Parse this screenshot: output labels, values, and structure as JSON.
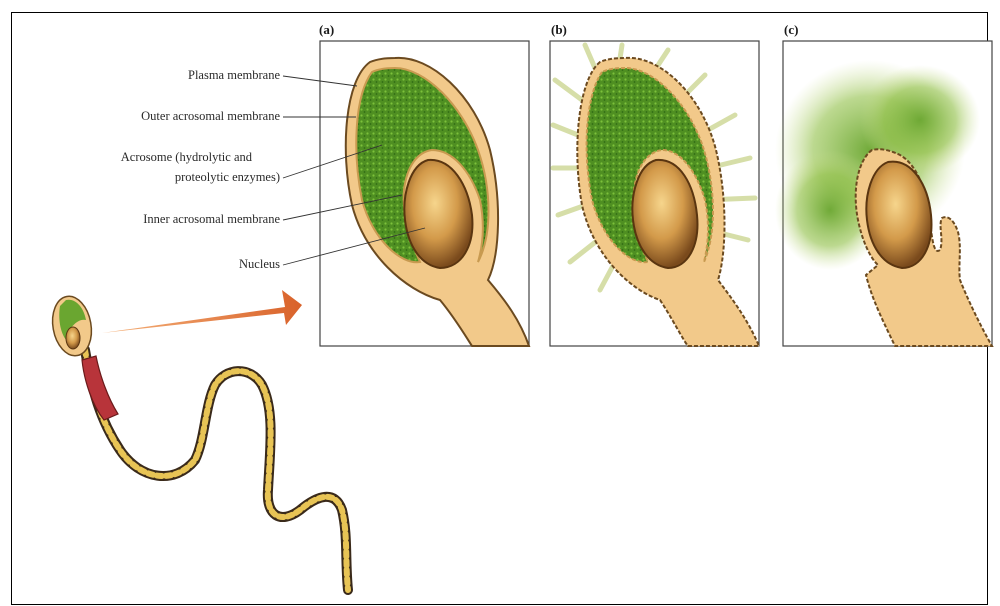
{
  "panels": [
    {
      "letter": "(a)"
    },
    {
      "letter": "(b)"
    },
    {
      "letter": "(c)"
    }
  ],
  "labels": {
    "plasma_membrane": "Plasma membrane",
    "outer_acrosomal_membrane": "Outer acrosomal membrane",
    "acrosome_line1": "Acrosome (hydrolytic and",
    "acrosome_line2": "proteolytic enzymes)",
    "inner_acrosomal_membrane": "Inner acrosomal membrane",
    "nucleus": "Nucleus"
  },
  "colors": {
    "acrosome_green": "#5a9a2a",
    "cell_tan": "#f2c98a",
    "nucleus_brown": "#b8803a",
    "arrow_orange": "#e07a35",
    "midpiece_red": "#b8343a"
  }
}
